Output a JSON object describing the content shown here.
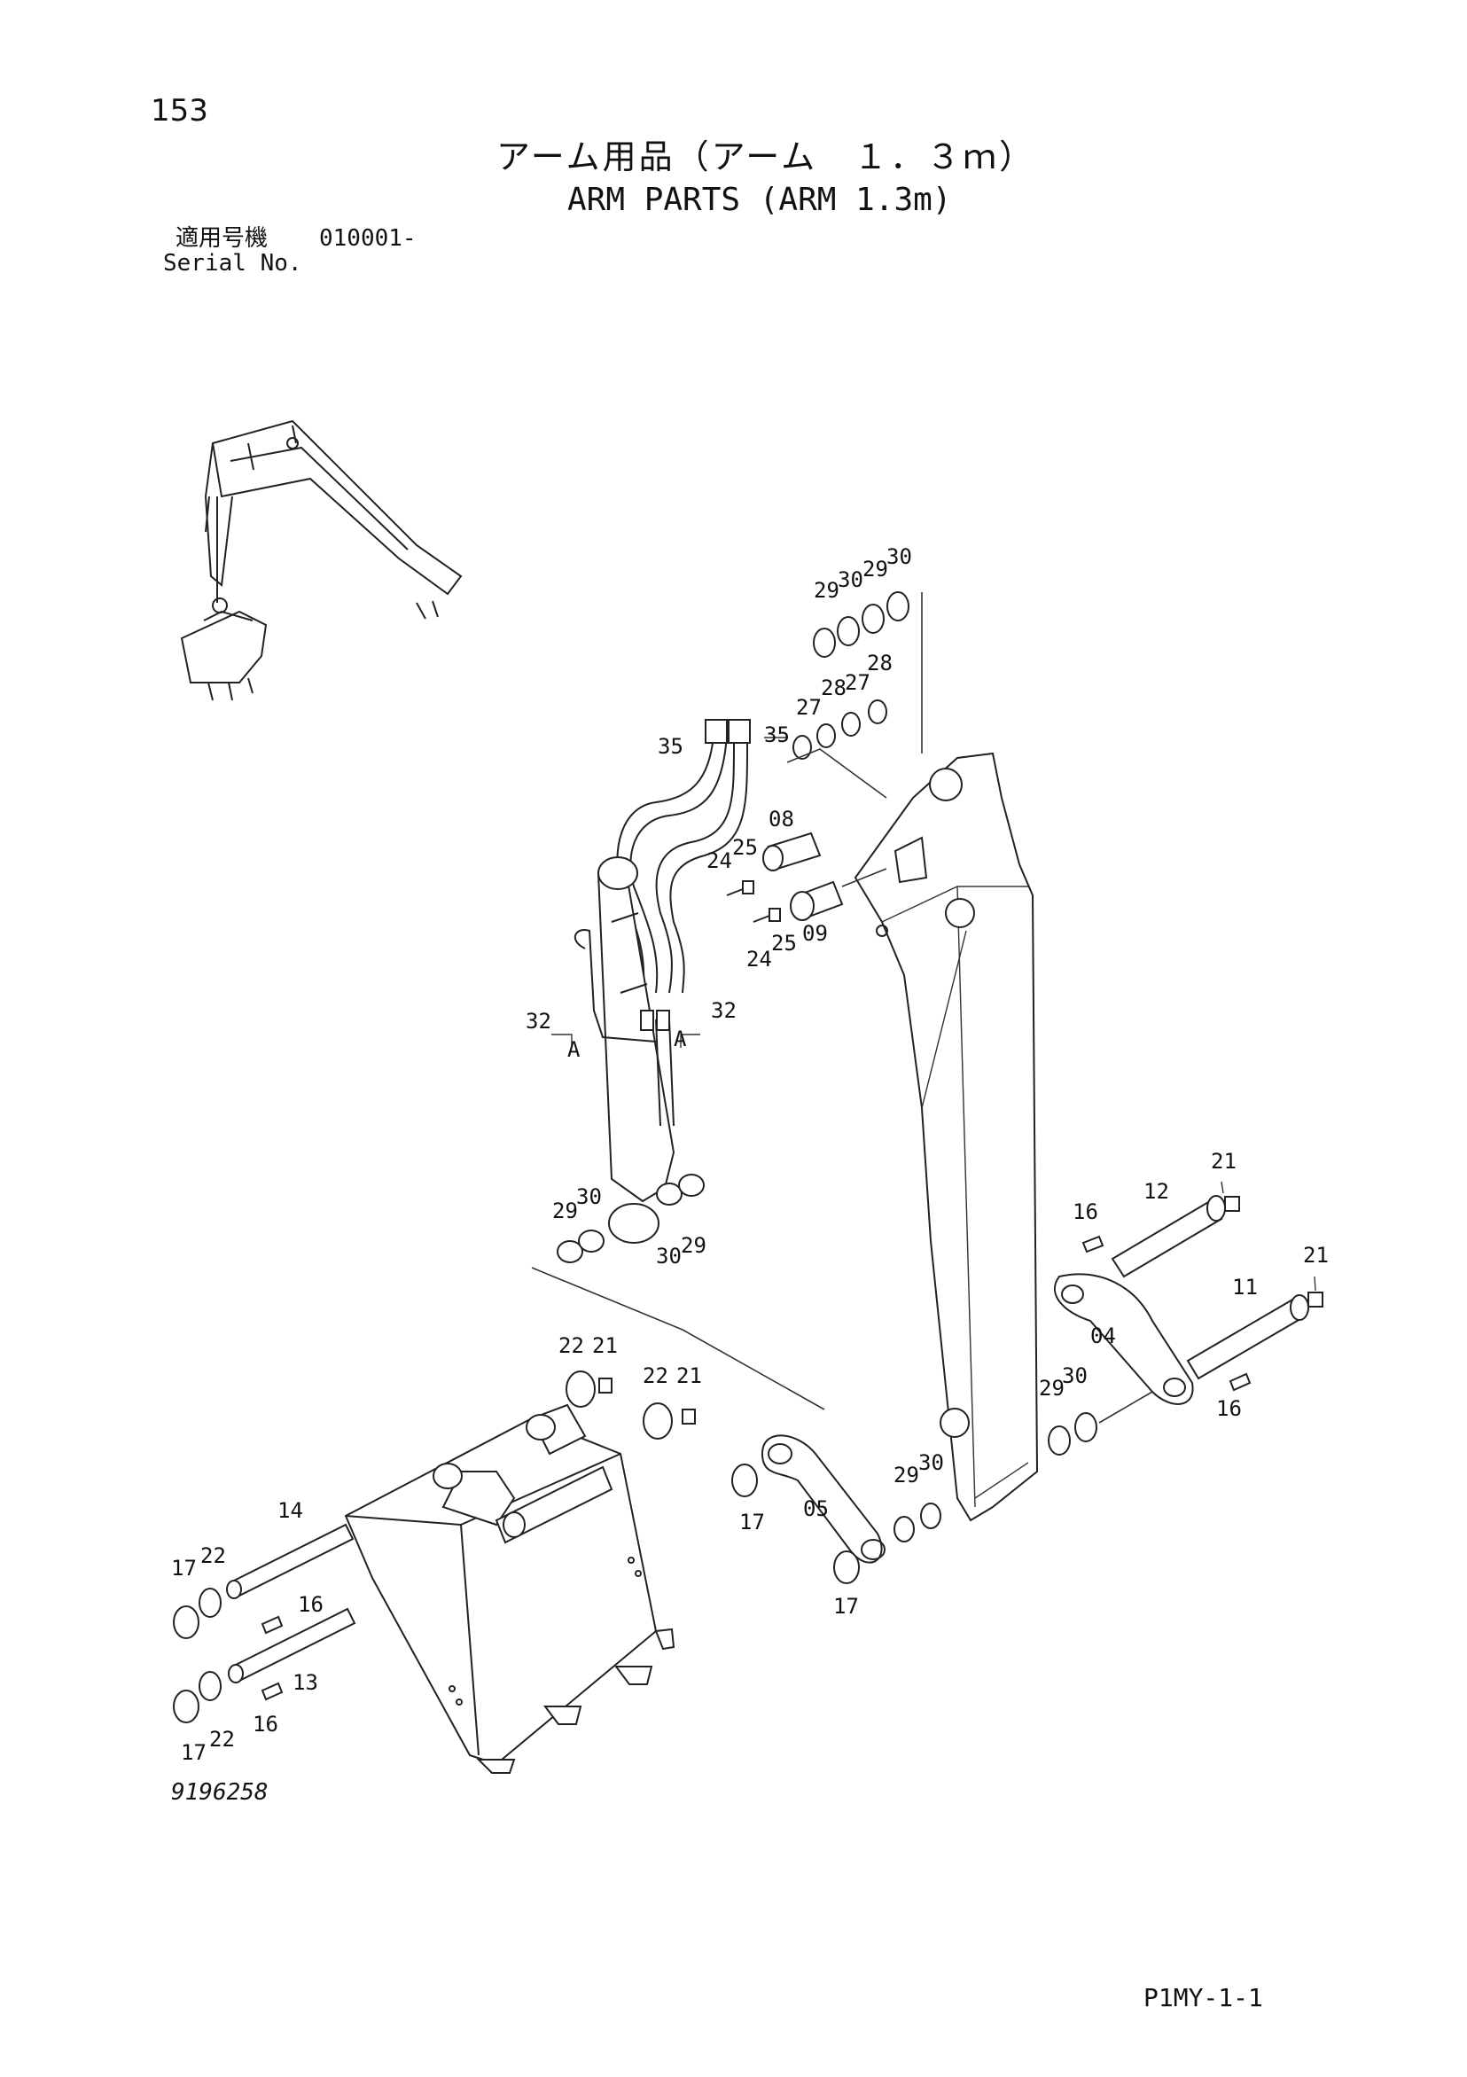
{
  "header": {
    "page_number": "153",
    "title_jp": "アーム用品（アーム　１．３ｍ）",
    "title_en": "ARM PARTS (ARM 1.3m)",
    "serial_label_jp": "適用号機",
    "serial_value": "010001-",
    "serial_label_en": "Serial No."
  },
  "footer": {
    "drawing_number": "9196258",
    "page_code": "P1MY-1-1"
  },
  "callouts": [
    {
      "id": "c01",
      "text": "29"
    },
    {
      "id": "c02",
      "text": "30"
    },
    {
      "id": "c03",
      "text": "29"
    },
    {
      "id": "c04",
      "text": "30"
    },
    {
      "id": "c05",
      "text": "28"
    },
    {
      "id": "c06",
      "text": "27"
    },
    {
      "id": "c07",
      "text": "28"
    },
    {
      "id": "c08",
      "text": "27"
    },
    {
      "id": "c09",
      "text": "35"
    },
    {
      "id": "c10",
      "text": "35"
    },
    {
      "id": "c11",
      "text": "08"
    },
    {
      "id": "c12",
      "text": "24"
    },
    {
      "id": "c13",
      "text": "25"
    },
    {
      "id": "c14",
      "text": "09"
    },
    {
      "id": "c15",
      "text": "24"
    },
    {
      "id": "c16",
      "text": "25"
    },
    {
      "id": "c17",
      "text": "32"
    },
    {
      "id": "c18",
      "text": "32"
    },
    {
      "id": "c19",
      "text": "A"
    },
    {
      "id": "c20",
      "text": "A"
    },
    {
      "id": "c21",
      "text": "29"
    },
    {
      "id": "c22",
      "text": "30"
    },
    {
      "id": "c23",
      "text": "30"
    },
    {
      "id": "c24",
      "text": "29"
    },
    {
      "id": "c25",
      "text": "21"
    },
    {
      "id": "c26",
      "text": "12"
    },
    {
      "id": "c27",
      "text": "16"
    },
    {
      "id": "c28",
      "text": "21"
    },
    {
      "id": "c29",
      "text": "11"
    },
    {
      "id": "c30",
      "text": "04"
    },
    {
      "id": "c31",
      "text": "16"
    },
    {
      "id": "c32",
      "text": "29"
    },
    {
      "id": "c33",
      "text": "30"
    },
    {
      "id": "c34",
      "text": "22"
    },
    {
      "id": "c35",
      "text": "21"
    },
    {
      "id": "c36",
      "text": "22"
    },
    {
      "id": "c37",
      "text": "21"
    },
    {
      "id": "c38",
      "text": "29"
    },
    {
      "id": "c39",
      "text": "30"
    },
    {
      "id": "c40",
      "text": "05"
    },
    {
      "id": "c41",
      "text": "17"
    },
    {
      "id": "c42",
      "text": "17"
    },
    {
      "id": "c43",
      "text": "14"
    },
    {
      "id": "c44",
      "text": "17"
    },
    {
      "id": "c45",
      "text": "22"
    },
    {
      "id": "c46",
      "text": "16"
    },
    {
      "id": "c47",
      "text": "13"
    },
    {
      "id": "c48",
      "text": "16"
    },
    {
      "id": "c49",
      "text": "17"
    },
    {
      "id": "c50",
      "text": "22"
    }
  ]
}
